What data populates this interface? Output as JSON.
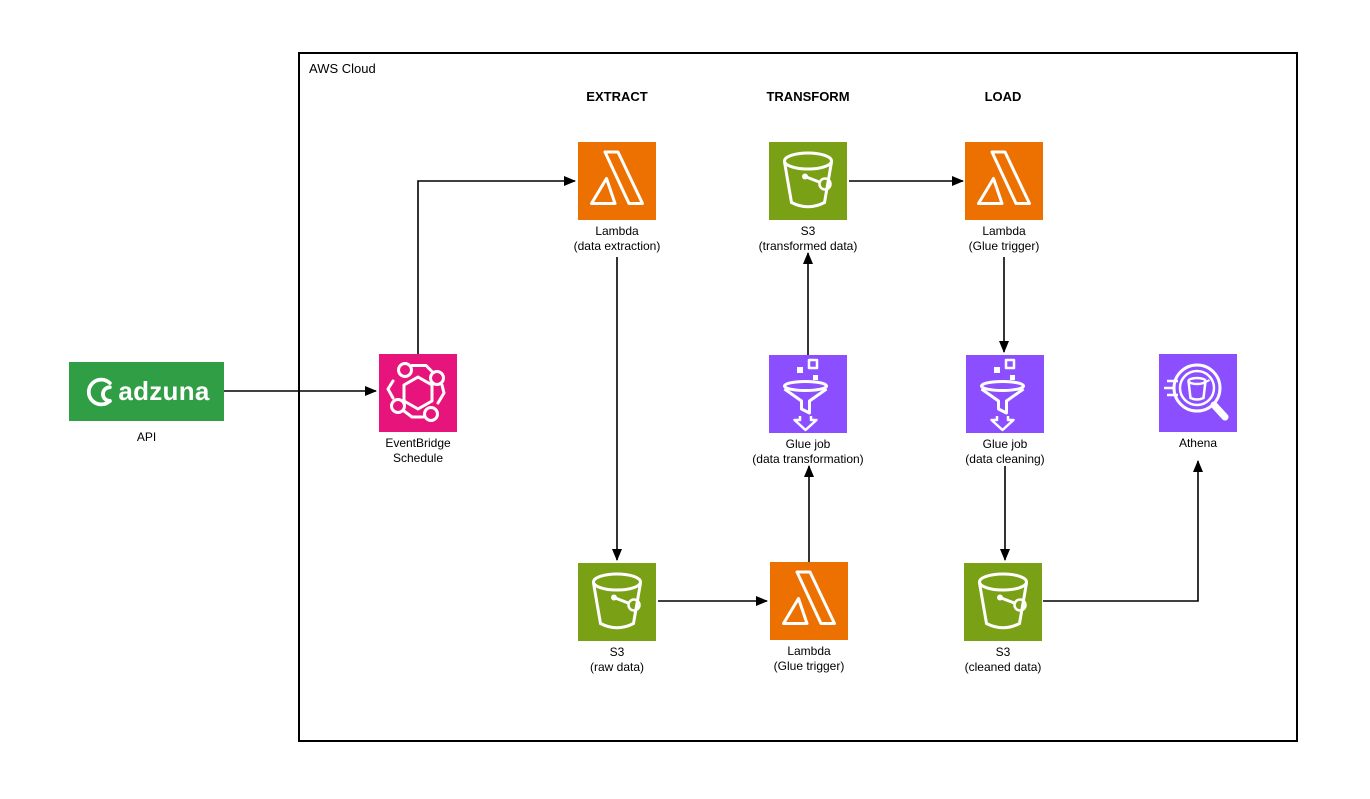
{
  "diagram": {
    "type": "aws-etl-architecture",
    "container": {
      "label": "AWS Cloud"
    },
    "column_headers": [
      "EXTRACT",
      "TRANSFORM",
      "LOAD"
    ],
    "external": {
      "logo_text": "adzuna",
      "label": "API",
      "color": "#2F9E44"
    },
    "nodes": [
      {
        "id": "eventbridge-schedule",
        "icon": "eventbridge-icon",
        "name": "EventBridge",
        "sub": "Schedule",
        "color": "#E7157B"
      },
      {
        "id": "lambda-data-extraction",
        "icon": "lambda-icon",
        "name": "Lambda",
        "sub": "(data extraction)",
        "color": "#ED7100"
      },
      {
        "id": "s3-transformed-data",
        "icon": "s3-icon",
        "name": "S3",
        "sub": "(transformed data)",
        "color": "#7AA116"
      },
      {
        "id": "lambda-glue-trigger-load",
        "icon": "lambda-icon",
        "name": "Lambda",
        "sub": "(Glue trigger)",
        "color": "#ED7100"
      },
      {
        "id": "glue-job-data-transformation",
        "icon": "glue-icon",
        "name": "Glue job",
        "sub": "(data transformation)",
        "color": "#8C4FFF"
      },
      {
        "id": "glue-job-data-cleaning",
        "icon": "glue-icon",
        "name": "Glue job",
        "sub": "(data cleaning)",
        "color": "#8C4FFF"
      },
      {
        "id": "athena",
        "icon": "athena-icon",
        "name": "Athena",
        "sub": "",
        "color": "#8C4FFF"
      },
      {
        "id": "s3-raw-data",
        "icon": "s3-icon",
        "name": "S3",
        "sub": "(raw data)",
        "color": "#7AA116"
      },
      {
        "id": "lambda-glue-trigger-transform",
        "icon": "lambda-icon",
        "name": "Lambda",
        "sub": "(Glue trigger)",
        "color": "#ED7100"
      },
      {
        "id": "s3-cleaned-data",
        "icon": "s3-icon",
        "name": "S3",
        "sub": "(cleaned data)",
        "color": "#7AA116"
      }
    ],
    "edges": [
      {
        "from": "adzuna-api",
        "to": "eventbridge-schedule"
      },
      {
        "from": "eventbridge-schedule",
        "to": "lambda-data-extraction"
      },
      {
        "from": "lambda-data-extraction",
        "to": "s3-raw-data"
      },
      {
        "from": "s3-raw-data",
        "to": "lambda-glue-trigger-transform"
      },
      {
        "from": "lambda-glue-trigger-transform",
        "to": "glue-job-data-transformation"
      },
      {
        "from": "glue-job-data-transformation",
        "to": "s3-transformed-data"
      },
      {
        "from": "s3-transformed-data",
        "to": "lambda-glue-trigger-load"
      },
      {
        "from": "lambda-glue-trigger-load",
        "to": "glue-job-data-cleaning"
      },
      {
        "from": "glue-job-data-cleaning",
        "to": "s3-cleaned-data"
      },
      {
        "from": "s3-cleaned-data",
        "to": "athena"
      }
    ],
    "colors": {
      "adzuna_green": "#2F9E44",
      "eventbridge_pink": "#E7157B",
      "lambda_orange": "#ED7100",
      "s3_green": "#7AA116",
      "glue_purple": "#8C4FFF",
      "athena_purple": "#8C4FFF",
      "connector": "#000000"
    }
  }
}
